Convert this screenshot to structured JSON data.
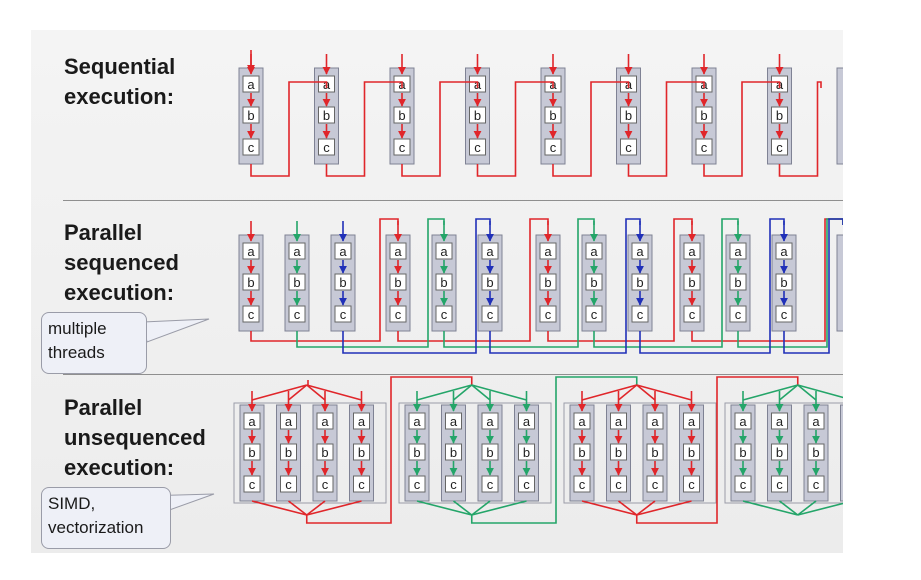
{
  "sections": [
    {
      "id": "seq",
      "label": "Sequential\nexecution:",
      "callout": ""
    },
    {
      "id": "par",
      "label": "Parallel\nsequenced\nexecution:",
      "callout": "multiple\nthreads"
    },
    {
      "id": "unseq",
      "label": "Parallel\nunsequenced\nexecution:",
      "callout": "SIMD,\nvectorization"
    }
  ],
  "steps": [
    "a",
    "b",
    "c"
  ],
  "thread_colors": [
    "#e0262a",
    "#24a569",
    "#2030b8"
  ],
  "visible_groups": {
    "sequential": 8,
    "parallel_sequenced": 4,
    "parallel_unsequenced": 4
  },
  "lanes_per_vector_group": 4
}
